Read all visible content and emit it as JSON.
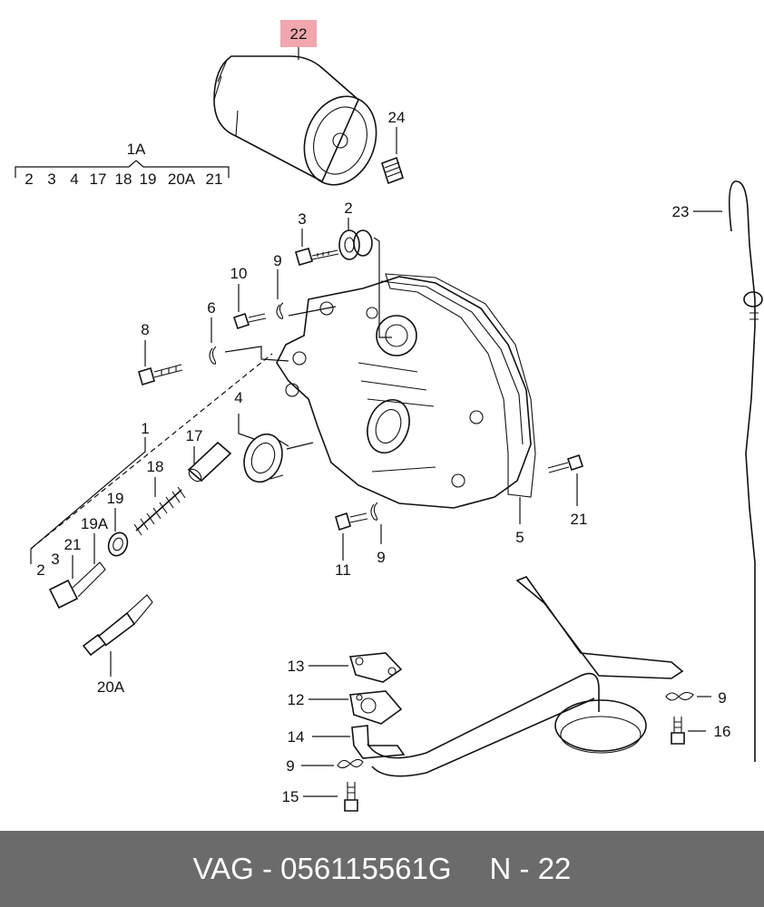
{
  "diagram": {
    "highlight_color": "#f2a6ad",
    "callouts": {
      "c22": "22",
      "c24": "24",
      "c1a": "1A",
      "g2": "2",
      "g3": "3",
      "g4": "4",
      "g17": "17",
      "g18": "18",
      "g19": "19",
      "g20a": "20A",
      "g21": "21",
      "c3": "3",
      "c2": "2",
      "c9a": "9",
      "c10": "10",
      "c6": "6",
      "c8": "8",
      "c4": "4",
      "c1": "1",
      "c17": "17",
      "c18": "18",
      "c19": "19",
      "c19a": "19A",
      "c21a": "21",
      "c3b": "3",
      "c2b": "2",
      "c20a": "20A",
      "c11": "11",
      "c9b": "9",
      "c5": "5",
      "c21b": "21",
      "c23": "23",
      "c13": "13",
      "c12": "12",
      "c14": "14",
      "c9c": "9",
      "c15": "15",
      "c9d": "9",
      "c16": "16"
    }
  },
  "footer": {
    "part_ref": "VAG - 056115561G",
    "page_ref": "N - 22"
  }
}
